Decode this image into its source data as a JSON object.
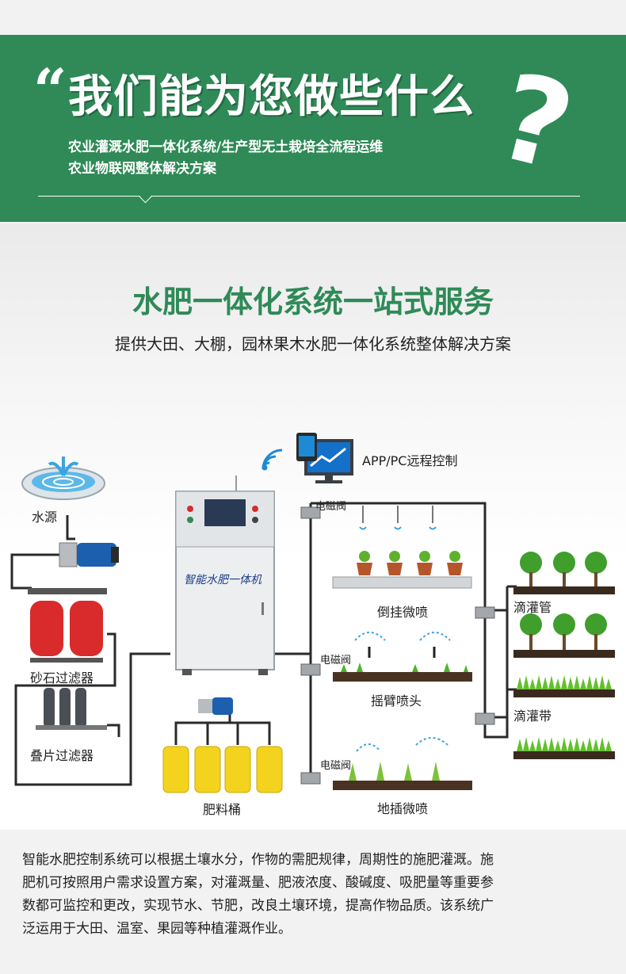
{
  "header": {
    "quote_mark": "“",
    "headline": "我们能为您做些什么",
    "subtitle_line1": "农业灌溉水肥一体化系统/生产型无土栽培全流程运维",
    "subtitle_line2": "农业物联网整体解决方案",
    "question_mark": "?"
  },
  "section": {
    "title": "水肥一体化系统一站式服务",
    "subtitle": "提供大田、大棚，园林果木水肥一体化系统整体解决方案"
  },
  "diagram": {
    "remote_label": "APP/PC远程控制",
    "machine_label": "智能水肥一体机",
    "water_source": "水源",
    "sand_filter": "砂石过滤器",
    "disc_filter": "叠片过滤器",
    "fertilizer_bucket": "肥料桶",
    "valve_1": "电磁阀",
    "valve_2": "电磁阀",
    "valve_3": "电磁阀",
    "hanging_micro_spray": "倒挂微喷",
    "rocker_sprinkler": "摇臂喷头",
    "ground_micro_spray": "地插微喷",
    "drip_pipe": "滴灌管",
    "drip_tape": "滴灌带"
  },
  "description": {
    "lines": [
      "智能水肥控制系统可以根据土壤水分，作物的需肥规律，周期性的施肥灌溉。施",
      "肥机可按照用户需求设置方案，对灌溉量、肥液浓度、酸碱度、吸肥量等重要参",
      "数都可监控和更改，实现节水、节肥，改良土壤环境，提高作物品质。该系统广",
      "泛运用于大田、温室、果园等种植灌溉作业。"
    ]
  },
  "colors": {
    "brand_green": "#2f8a57",
    "banner_bg": "#f2f2f2",
    "pipe": "#2a2a2a"
  },
  "icons": [
    "fountain-icon",
    "wifi-icon",
    "monitor-icon",
    "tablet-icon",
    "water-pump-icon",
    "sand-filter-icon",
    "disc-filter-icon",
    "solenoid-valve-icon",
    "sprinkler-icon",
    "tree-icon",
    "grass-icon",
    "potted-plant-icon"
  ]
}
